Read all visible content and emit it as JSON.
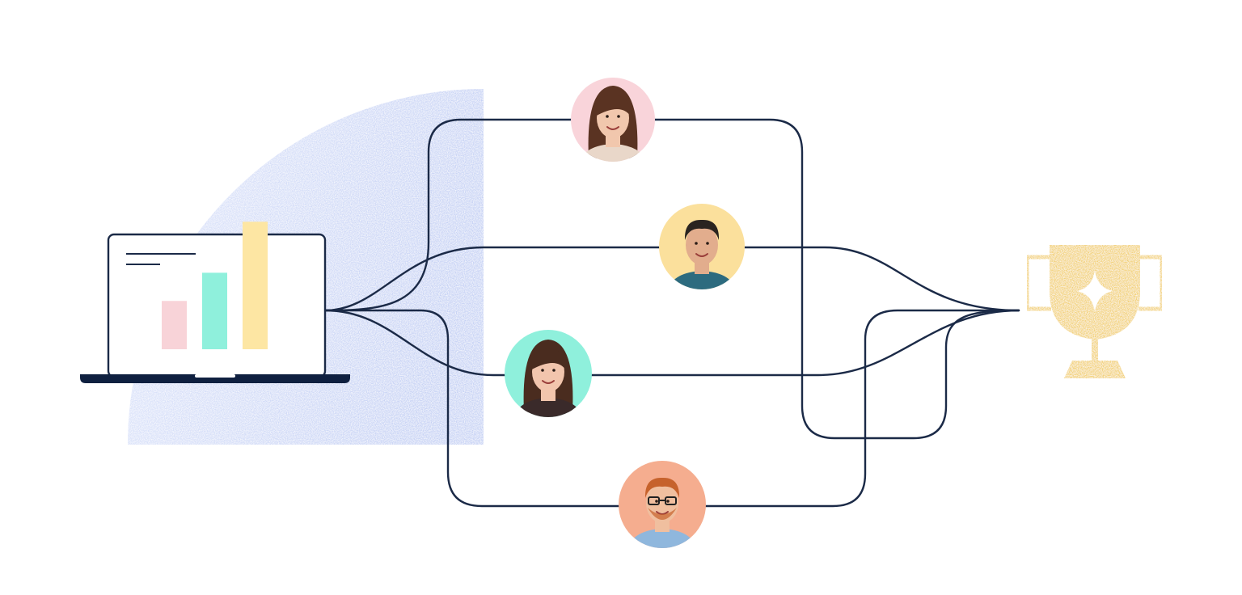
{
  "palette": {
    "line": "#1b2a47",
    "quarter_disc": "#c9d4f5",
    "laptop_stroke": "#1b2a47",
    "laptop_base": "#0f2040",
    "bar_pink": "#f8d3d8",
    "bar_mint": "#8ff0dc",
    "bar_yellow": "#fde6a3",
    "trophy": "#f2cf6b",
    "avatar_bg_pink": "#f9d4da",
    "avatar_bg_yellow": "#fbe09c",
    "avatar_bg_mint": "#8ff0dc",
    "avatar_bg_salmon": "#f5ad8f"
  },
  "laptop_chart": {
    "bars": [
      {
        "name": "bar-pink",
        "value": 0.36
      },
      {
        "name": "bar-mint",
        "value": 0.57
      },
      {
        "name": "bar-yellow",
        "value": 0.95
      }
    ]
  },
  "people": [
    {
      "name": "person-1-woman-brown-hair",
      "bg": "pink",
      "hair": "#5a3322",
      "skin": "#f1c7ad",
      "shirt": "#e9d7c9"
    },
    {
      "name": "person-2-man-dark-hair",
      "bg": "yellow",
      "hair": "#2a2420",
      "skin": "#e2ad8d",
      "shirt": "#2d6b7f"
    },
    {
      "name": "person-3-woman-long-hair",
      "bg": "mint",
      "hair": "#4a2c1f",
      "skin": "#f2c5ad",
      "shirt": "#3a2a2a"
    },
    {
      "name": "person-4-man-glasses-red-hair",
      "bg": "salmon",
      "hair": "#c6622c",
      "skin": "#f0bf9f",
      "shirt": "#8fb7dd"
    }
  ]
}
